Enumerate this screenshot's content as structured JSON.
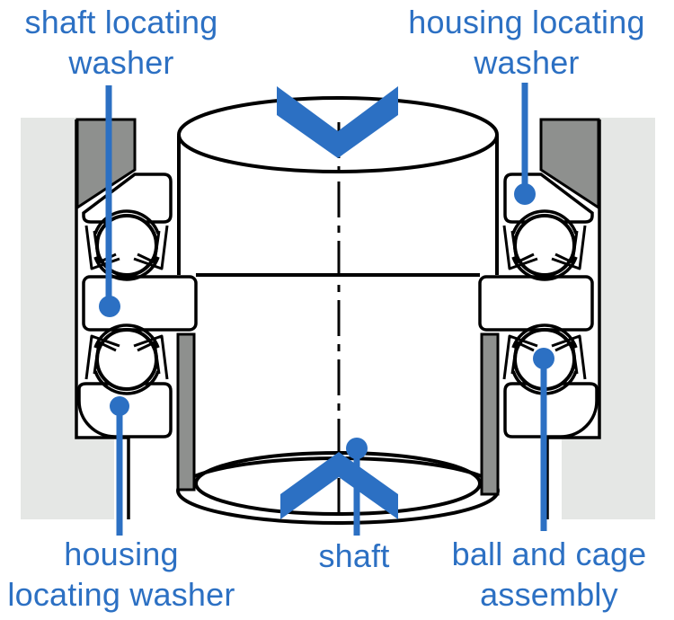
{
  "labels": {
    "shaft_locating_washer": "shaft locating\nwasher",
    "housing_locating_washer_top": "housing locating\nwasher",
    "housing_locating_washer_bottom": "housing\nlocating washer",
    "shaft": "shaft",
    "ball_and_cage_assembly": "ball and cage\nassembly"
  },
  "colors": {
    "label_blue": "#2C70C3",
    "housing_light_gray": "#E5E7E5",
    "spacer_dark_gray": "#8E908E",
    "outline_black": "#000000"
  },
  "icons": {
    "top_arrow": "axial-load-arrow-down",
    "bottom_arrow": "axial-load-arrow-up"
  }
}
